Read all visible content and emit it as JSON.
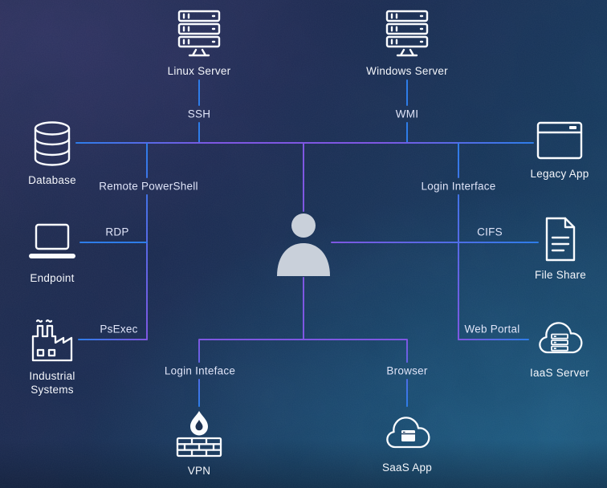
{
  "diagram": {
    "nodes": {
      "linux_server": "Linux Server",
      "windows_server": "Windows Server",
      "database": "Database",
      "endpoint": "Endpoint",
      "industrial_systems": "Industrial Systems",
      "legacy_app": "Legacy App",
      "file_share": "File Share",
      "iaas_server": "IaaS Server",
      "vpn": "VPN",
      "saas_app": "SaaS App"
    },
    "connections": [
      {
        "node": "Linux Server",
        "label": "SSH"
      },
      {
        "node": "Windows Server",
        "label": "WMI"
      },
      {
        "node": "Database",
        "label": "Remote PowerShell"
      },
      {
        "node": "Endpoint",
        "label": "RDP"
      },
      {
        "node": "Industrial Systems",
        "label": "PsExec"
      },
      {
        "node": "Legacy App",
        "label": "Login Interface"
      },
      {
        "node": "File Share",
        "label": "CIFS"
      },
      {
        "node": "IaaS Server",
        "label": "Web Portal"
      },
      {
        "node": "VPN",
        "label": "Login Inteface"
      },
      {
        "node": "SaaS App",
        "label": "Browser"
      }
    ],
    "colors": {
      "line_blue": "#2e7de9",
      "line_purple": "#7e57e2",
      "icon_stroke": "#fafcff",
      "person_fill": "#c9d0da",
      "node_text": "#f4f6fb",
      "edge_text": "#dfe4f8",
      "background_top_left": "#272c4f",
      "background_bottom_right": "#1b4a6c"
    }
  }
}
